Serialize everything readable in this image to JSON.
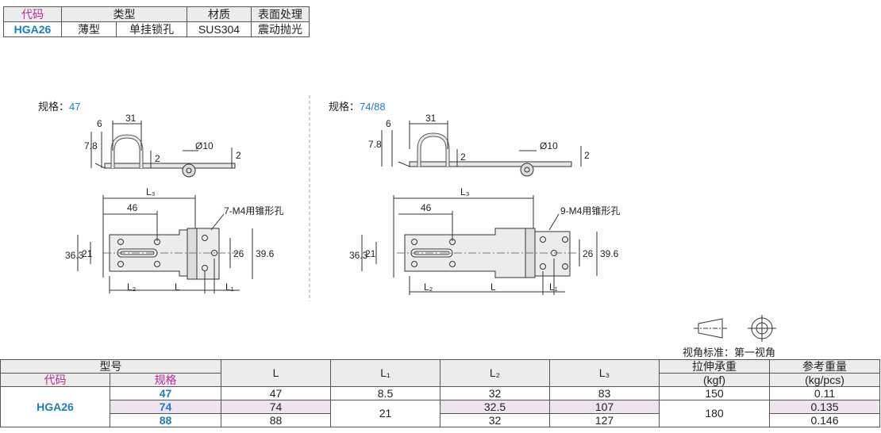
{
  "spec_table": {
    "headers": [
      "代码",
      "类型",
      "材质",
      "表面处理"
    ],
    "row": [
      "HGA26",
      "薄型",
      "单挂锁孔",
      "SUS304",
      "震动抛光"
    ]
  },
  "left_view": {
    "label": "规格：",
    "value": "47",
    "dims": {
      "d31": "31",
      "d6": "6",
      "d78": "7.8",
      "d2a": "2",
      "phi": "Ø10",
      "d2b": "2",
      "L3": "L₃",
      "d46": "46",
      "hole": "7-M4用锥形孔",
      "d363": "36.3",
      "d21": "21",
      "d26": "26",
      "d396": "39.6",
      "L2": "L₂",
      "L": "L",
      "L1": "L₁"
    }
  },
  "right_view": {
    "label": "规格：",
    "value": "74/88",
    "dims": {
      "d31": "31",
      "d6": "6",
      "d78": "7.8",
      "d2a": "2",
      "phi": "Ø10",
      "d2b": "2",
      "L3": "L₃",
      "d46": "46",
      "hole": "9-M4用锥形孔",
      "d363": "36.3",
      "d21": "21",
      "d26": "26",
      "d396": "39.6",
      "L2": "L₂",
      "L": "L",
      "L1": "L₁"
    }
  },
  "projection": {
    "label": "视角标准：第一视角"
  },
  "main_table": {
    "group_header": "型号",
    "code_header": "代码",
    "size_header": "规格",
    "col_L": "L",
    "col_L1": "L₁",
    "col_L2": "L₂",
    "col_L3": "L₃",
    "load_header": "拉伸承重",
    "load_unit": "(kgf)",
    "weight_header": "参考重量",
    "weight_unit": "(kg/pcs)",
    "code": "HGA26",
    "rows": [
      {
        "size": "47",
        "L": "47",
        "L1": "8.5",
        "L2": "32",
        "L3": "83",
        "load": "150",
        "weight": "0.11"
      },
      {
        "size": "74",
        "L": "74",
        "L1": "21",
        "L2": "32.5",
        "L3": "107",
        "load": "180",
        "weight": "0.135"
      },
      {
        "size": "88",
        "L": "88",
        "L1": "",
        "L2": "32",
        "L3": "127",
        "load": "",
        "weight": "0.146"
      }
    ]
  }
}
